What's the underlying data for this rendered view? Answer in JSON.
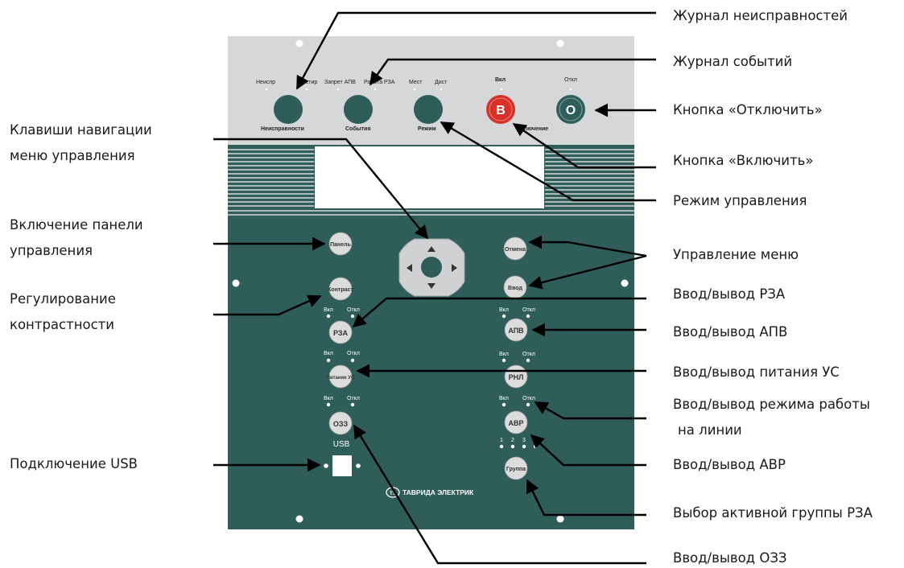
{
  "labels": {
    "fault_log": "Журнал неисправностей",
    "event_log": "Журнал событий",
    "off_button": "Кнопка «Отключить»",
    "on_button": "Кнопка «Включить»",
    "control_mode": "Режим управления",
    "menu_control": "Управление меню",
    "io_rza": "Ввод/вывод РЗА",
    "io_apv": "Ввод/вывод АПВ",
    "io_power_us": "Ввод/вывод питания УС",
    "io_line_mode_1": "Ввод/вывод режима работы",
    "io_line_mode_2": "на линии",
    "io_avr": "Ввод/вывод АВР",
    "active_group": "Выбор активной группы РЗА",
    "io_ozz": "Ввод/вывод ОЗЗ",
    "nav_keys_1": "Клавиши навигации",
    "nav_keys_2": "меню управления",
    "panel_on_1": "Включение панели",
    "panel_on_2": "управления",
    "contrast_1": "Регулирование",
    "contrast_2": "контрастности",
    "usb_conn": "Подключение USB"
  },
  "panel": {
    "top_indicators": [
      "Неиспр",
      "Тестир",
      "Запрет АПВ",
      "Работа РЗА",
      "Мест",
      "Дист",
      "Вкл",
      "Откл"
    ],
    "top_buttons": [
      "Неисправности",
      "События",
      "Режим",
      "Включение"
    ],
    "on_key": "В",
    "off_key": "О",
    "left_buttons": [
      "Панель",
      "Контраст",
      "РЗА",
      "Питание УС",
      "ОЗЗ"
    ],
    "right_buttons": [
      "Отмена",
      "Ввод",
      "АПВ",
      "РНЛ",
      "АВР",
      "Группа"
    ],
    "led_on": "Вкл",
    "led_off": "Откл",
    "group_numbers": [
      "1",
      "2",
      "3",
      "4"
    ],
    "usb": "USB",
    "logo_mark": "ТЭ",
    "brand": "ТАВРИДА ЭЛЕКТРИК"
  },
  "colors": {
    "panel_green": "#2f5e5a",
    "panel_grey": "#d6d7d8",
    "on_red": "#d8312a"
  }
}
